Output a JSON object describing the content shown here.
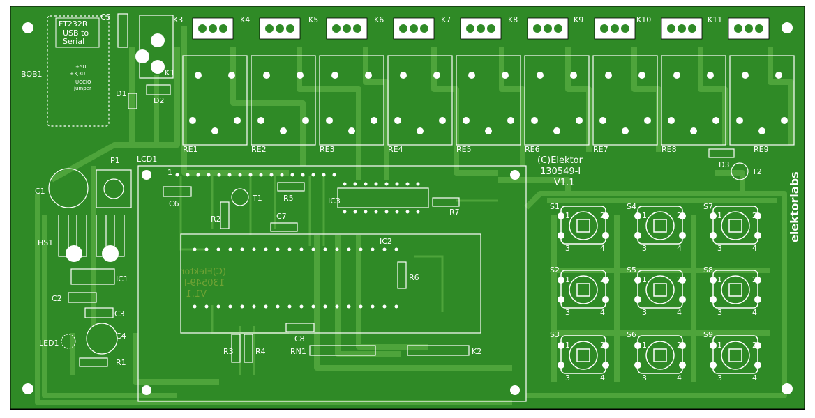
{
  "labels": {
    "bob1": "BOB1",
    "ft_line1": "FT232R",
    "ft_line2": "USB to",
    "ft_line3": "Serial",
    "ft_opt1": "+5U",
    "ft_opt2": "+3,3U",
    "ft_opt3": "UCCIO",
    "ft_opt4": "jumper",
    "c5": "C5",
    "k1": "K1",
    "d1": "D1",
    "d2": "D2",
    "k3": "K3",
    "k4": "K4",
    "k5": "K5",
    "k6": "K6",
    "k7": "K7",
    "k8": "K8",
    "k9": "K9",
    "k10": "K10",
    "k11": "K11",
    "re1": "RE1",
    "re2": "RE2",
    "re3": "RE3",
    "re4": "RE4",
    "re5": "RE5",
    "re6": "RE6",
    "re7": "RE7",
    "re8": "RE8",
    "re9": "RE9",
    "p1": "P1",
    "lcd1": "LCD1",
    "pin1": "1",
    "c1": "C1",
    "c6": "C6",
    "t1": "T1",
    "r5": "R5",
    "ic3": "IC3",
    "r7": "R7",
    "r2": "R2",
    "c7": "C7",
    "hs1": "HS1",
    "ic1": "IC1",
    "ic2": "IC2",
    "r6": "R6",
    "c2": "C2",
    "c3": "C3",
    "c4": "C4",
    "led1": "LED1",
    "r1": "R1",
    "r3": "R3",
    "r4": "R4",
    "c8": "C8",
    "rn1": "RN1",
    "k2": "K2",
    "d3": "D3",
    "t2": "T2",
    "mirror1": "(C)Elektor",
    "mirror2": "130549-I",
    "mirror3": "V1.1"
  },
  "silkscreen": {
    "copyright": "(C)Elektor",
    "part_number": "130549-I",
    "version": "V1.1",
    "brand": "elektorlabs"
  },
  "switches": [
    {
      "label": "S1"
    },
    {
      "label": "S4"
    },
    {
      "label": "S7"
    },
    {
      "label": "S2"
    },
    {
      "label": "S5"
    },
    {
      "label": "S8"
    },
    {
      "label": "S3"
    },
    {
      "label": "S6"
    },
    {
      "label": "S9"
    }
  ],
  "switch_pins": {
    "p1": "1",
    "p2": "2",
    "p3": "3",
    "p4": "4"
  },
  "colors": {
    "board": "#2f8a26",
    "trace": "#4ea43b",
    "silk": "#ffffff",
    "outline": "#000000"
  }
}
